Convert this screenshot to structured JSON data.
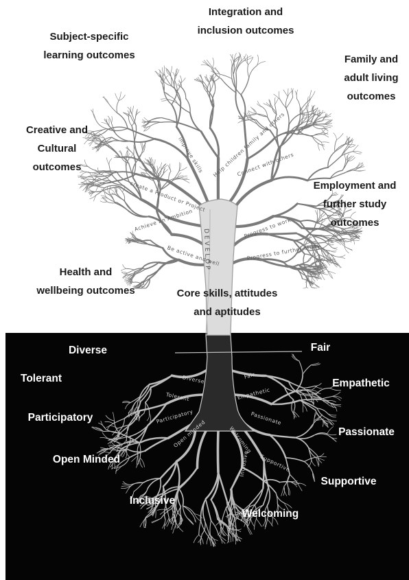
{
  "labels": {
    "integration": "Integration and\ninclusion outcomes",
    "subject": "Subject-specific\nlearning outcomes",
    "family": "Family and\nadult living\noutcomes",
    "creative": "Creative and\nCultural\noutcomes",
    "employment": "Employment and\nfurther study\noutcomes",
    "health": "Health and\nwellbeing outcomes",
    "core": "Core skills, attitudes\nand aptitudes",
    "diverse": "Diverse",
    "fair": "Fair",
    "tolerant": "Tolerant",
    "empathetic": "Empathetic",
    "participatory": "Participatory",
    "passionate": "Passionate",
    "open_minded": "Open Minded",
    "supportive": "Supportive",
    "inclusive": "Inclusive",
    "welcoming": "Welcoming"
  },
  "branch_text": {
    "improve_skills": "improve skills",
    "help_family": "Help children family and others",
    "connect": "Connect with others",
    "create_product": "create a Product or Project",
    "develop": "DEVELOP",
    "achieve": "Achieve an Ambition",
    "progress_work": "Progress to work",
    "be_active": "Be active and well",
    "progress_study": "Progress to further study"
  },
  "root_text": {
    "diverse": "Diverse",
    "fair": "Fair",
    "tolerant": "Tolerant",
    "empathetic": "Empathetic",
    "participatory": "Participatory",
    "passionate": "Passionate",
    "open_minded": "Open minded",
    "welcoming": "Welcoming",
    "supportive": "Supportive",
    "inclusive": "Inclusive"
  },
  "colors": {
    "sky": "#ffffff",
    "ground": "#050505",
    "trunk": "#d6d6d6",
    "branch": "#7a7a7a",
    "root": "#bdbdbd"
  }
}
